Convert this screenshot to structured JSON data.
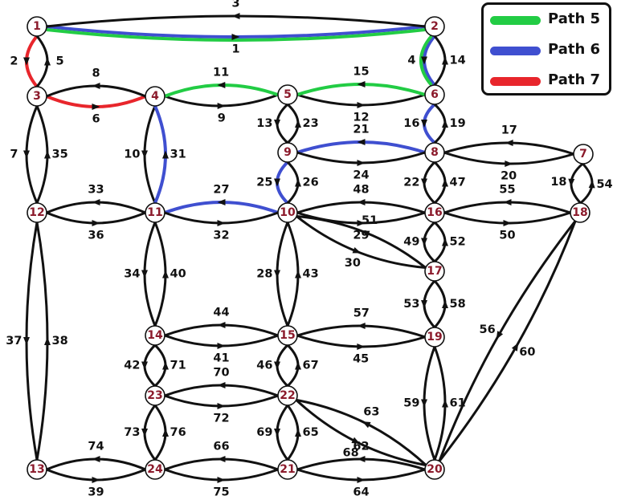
{
  "legend": {
    "items": [
      {
        "label": "Path 5",
        "color": "#22cc44"
      },
      {
        "label": "Path 6",
        "color": "#3f4fd0"
      },
      {
        "label": "Path 7",
        "color": "#e8262c"
      }
    ]
  },
  "colors": {
    "edge": "#111111",
    "node_label": "#8b1a2b"
  },
  "nodes": [
    "1",
    "2",
    "3",
    "4",
    "5",
    "6",
    "7",
    "8",
    "9",
    "10",
    "11",
    "12",
    "13",
    "14",
    "15",
    "16",
    "17",
    "18",
    "19",
    "20",
    "21",
    "22",
    "23",
    "24"
  ],
  "links": [
    {
      "id": "1",
      "from": "1",
      "to": "2",
      "path": "Path 5,Path 6"
    },
    {
      "id": "2",
      "from": "1",
      "to": "3",
      "path": "Path 7"
    },
    {
      "id": "3",
      "from": "2",
      "to": "1"
    },
    {
      "id": "4",
      "from": "2",
      "to": "6",
      "path": "Path 5,Path 6"
    },
    {
      "id": "5",
      "from": "3",
      "to": "1"
    },
    {
      "id": "6",
      "from": "3",
      "to": "4",
      "path": "Path 7"
    },
    {
      "id": "7",
      "from": "3",
      "to": "12"
    },
    {
      "id": "8",
      "from": "4",
      "to": "3"
    },
    {
      "id": "9",
      "from": "4",
      "to": "5"
    },
    {
      "id": "10",
      "from": "4",
      "to": "11"
    },
    {
      "id": "11",
      "from": "5",
      "to": "4",
      "path": "Path 5"
    },
    {
      "id": "12",
      "from": "5",
      "to": "6"
    },
    {
      "id": "13",
      "from": "5",
      "to": "9"
    },
    {
      "id": "14",
      "from": "6",
      "to": "2"
    },
    {
      "id": "15",
      "from": "6",
      "to": "5",
      "path": "Path 5"
    },
    {
      "id": "16",
      "from": "6",
      "to": "8",
      "path": "Path 6"
    },
    {
      "id": "17",
      "from": "7",
      "to": "8"
    },
    {
      "id": "18",
      "from": "7",
      "to": "18"
    },
    {
      "id": "19",
      "from": "8",
      "to": "6"
    },
    {
      "id": "20",
      "from": "8",
      "to": "7"
    },
    {
      "id": "21",
      "from": "8",
      "to": "9",
      "path": "Path 6"
    },
    {
      "id": "22",
      "from": "8",
      "to": "16"
    },
    {
      "id": "23",
      "from": "9",
      "to": "5"
    },
    {
      "id": "24",
      "from": "9",
      "to": "8"
    },
    {
      "id": "25",
      "from": "9",
      "to": "10",
      "path": "Path 6"
    },
    {
      "id": "26",
      "from": "10",
      "to": "9"
    },
    {
      "id": "27",
      "from": "10",
      "to": "11",
      "path": "Path 6"
    },
    {
      "id": "28",
      "from": "10",
      "to": "15"
    },
    {
      "id": "29",
      "from": "10",
      "to": "16"
    },
    {
      "id": "30",
      "from": "10",
      "to": "17"
    },
    {
      "id": "31",
      "from": "11",
      "to": "4",
      "path": "Path 6"
    },
    {
      "id": "32",
      "from": "11",
      "to": "10"
    },
    {
      "id": "33",
      "from": "11",
      "to": "12"
    },
    {
      "id": "34",
      "from": "11",
      "to": "14"
    },
    {
      "id": "35",
      "from": "12",
      "to": "3"
    },
    {
      "id": "36",
      "from": "12",
      "to": "11"
    },
    {
      "id": "37",
      "from": "12",
      "to": "13"
    },
    {
      "id": "38",
      "from": "13",
      "to": "12"
    },
    {
      "id": "39",
      "from": "13",
      "to": "24"
    },
    {
      "id": "40",
      "from": "14",
      "to": "11"
    },
    {
      "id": "41",
      "from": "14",
      "to": "15"
    },
    {
      "id": "42",
      "from": "14",
      "to": "23"
    },
    {
      "id": "43",
      "from": "15",
      "to": "10"
    },
    {
      "id": "44",
      "from": "15",
      "to": "14"
    },
    {
      "id": "45",
      "from": "15",
      "to": "19"
    },
    {
      "id": "46",
      "from": "15",
      "to": "22"
    },
    {
      "id": "47",
      "from": "16",
      "to": "8"
    },
    {
      "id": "48",
      "from": "16",
      "to": "10"
    },
    {
      "id": "49",
      "from": "16",
      "to": "17"
    },
    {
      "id": "50",
      "from": "16",
      "to": "18"
    },
    {
      "id": "51",
      "from": "17",
      "to": "10"
    },
    {
      "id": "52",
      "from": "17",
      "to": "16"
    },
    {
      "id": "53",
      "from": "17",
      "to": "19"
    },
    {
      "id": "54",
      "from": "18",
      "to": "7"
    },
    {
      "id": "55",
      "from": "18",
      "to": "16"
    },
    {
      "id": "56",
      "from": "18",
      "to": "20"
    },
    {
      "id": "57",
      "from": "19",
      "to": "15"
    },
    {
      "id": "58",
      "from": "19",
      "to": "17"
    },
    {
      "id": "59",
      "from": "19",
      "to": "20"
    },
    {
      "id": "60",
      "from": "20",
      "to": "18"
    },
    {
      "id": "61",
      "from": "20",
      "to": "19"
    },
    {
      "id": "62",
      "from": "20",
      "to": "21"
    },
    {
      "id": "63",
      "from": "20",
      "to": "22"
    },
    {
      "id": "64",
      "from": "21",
      "to": "20"
    },
    {
      "id": "65",
      "from": "21",
      "to": "22"
    },
    {
      "id": "66",
      "from": "21",
      "to": "24"
    },
    {
      "id": "67",
      "from": "22",
      "to": "15"
    },
    {
      "id": "68",
      "from": "22",
      "to": "20"
    },
    {
      "id": "69",
      "from": "22",
      "to": "21"
    },
    {
      "id": "70",
      "from": "22",
      "to": "23"
    },
    {
      "id": "71",
      "from": "23",
      "to": "14"
    },
    {
      "id": "72",
      "from": "23",
      "to": "22"
    },
    {
      "id": "73",
      "from": "23",
      "to": "24"
    },
    {
      "id": "74",
      "from": "24",
      "to": "13"
    },
    {
      "id": "75",
      "from": "24",
      "to": "21"
    },
    {
      "id": "76",
      "from": "24",
      "to": "23"
    }
  ]
}
